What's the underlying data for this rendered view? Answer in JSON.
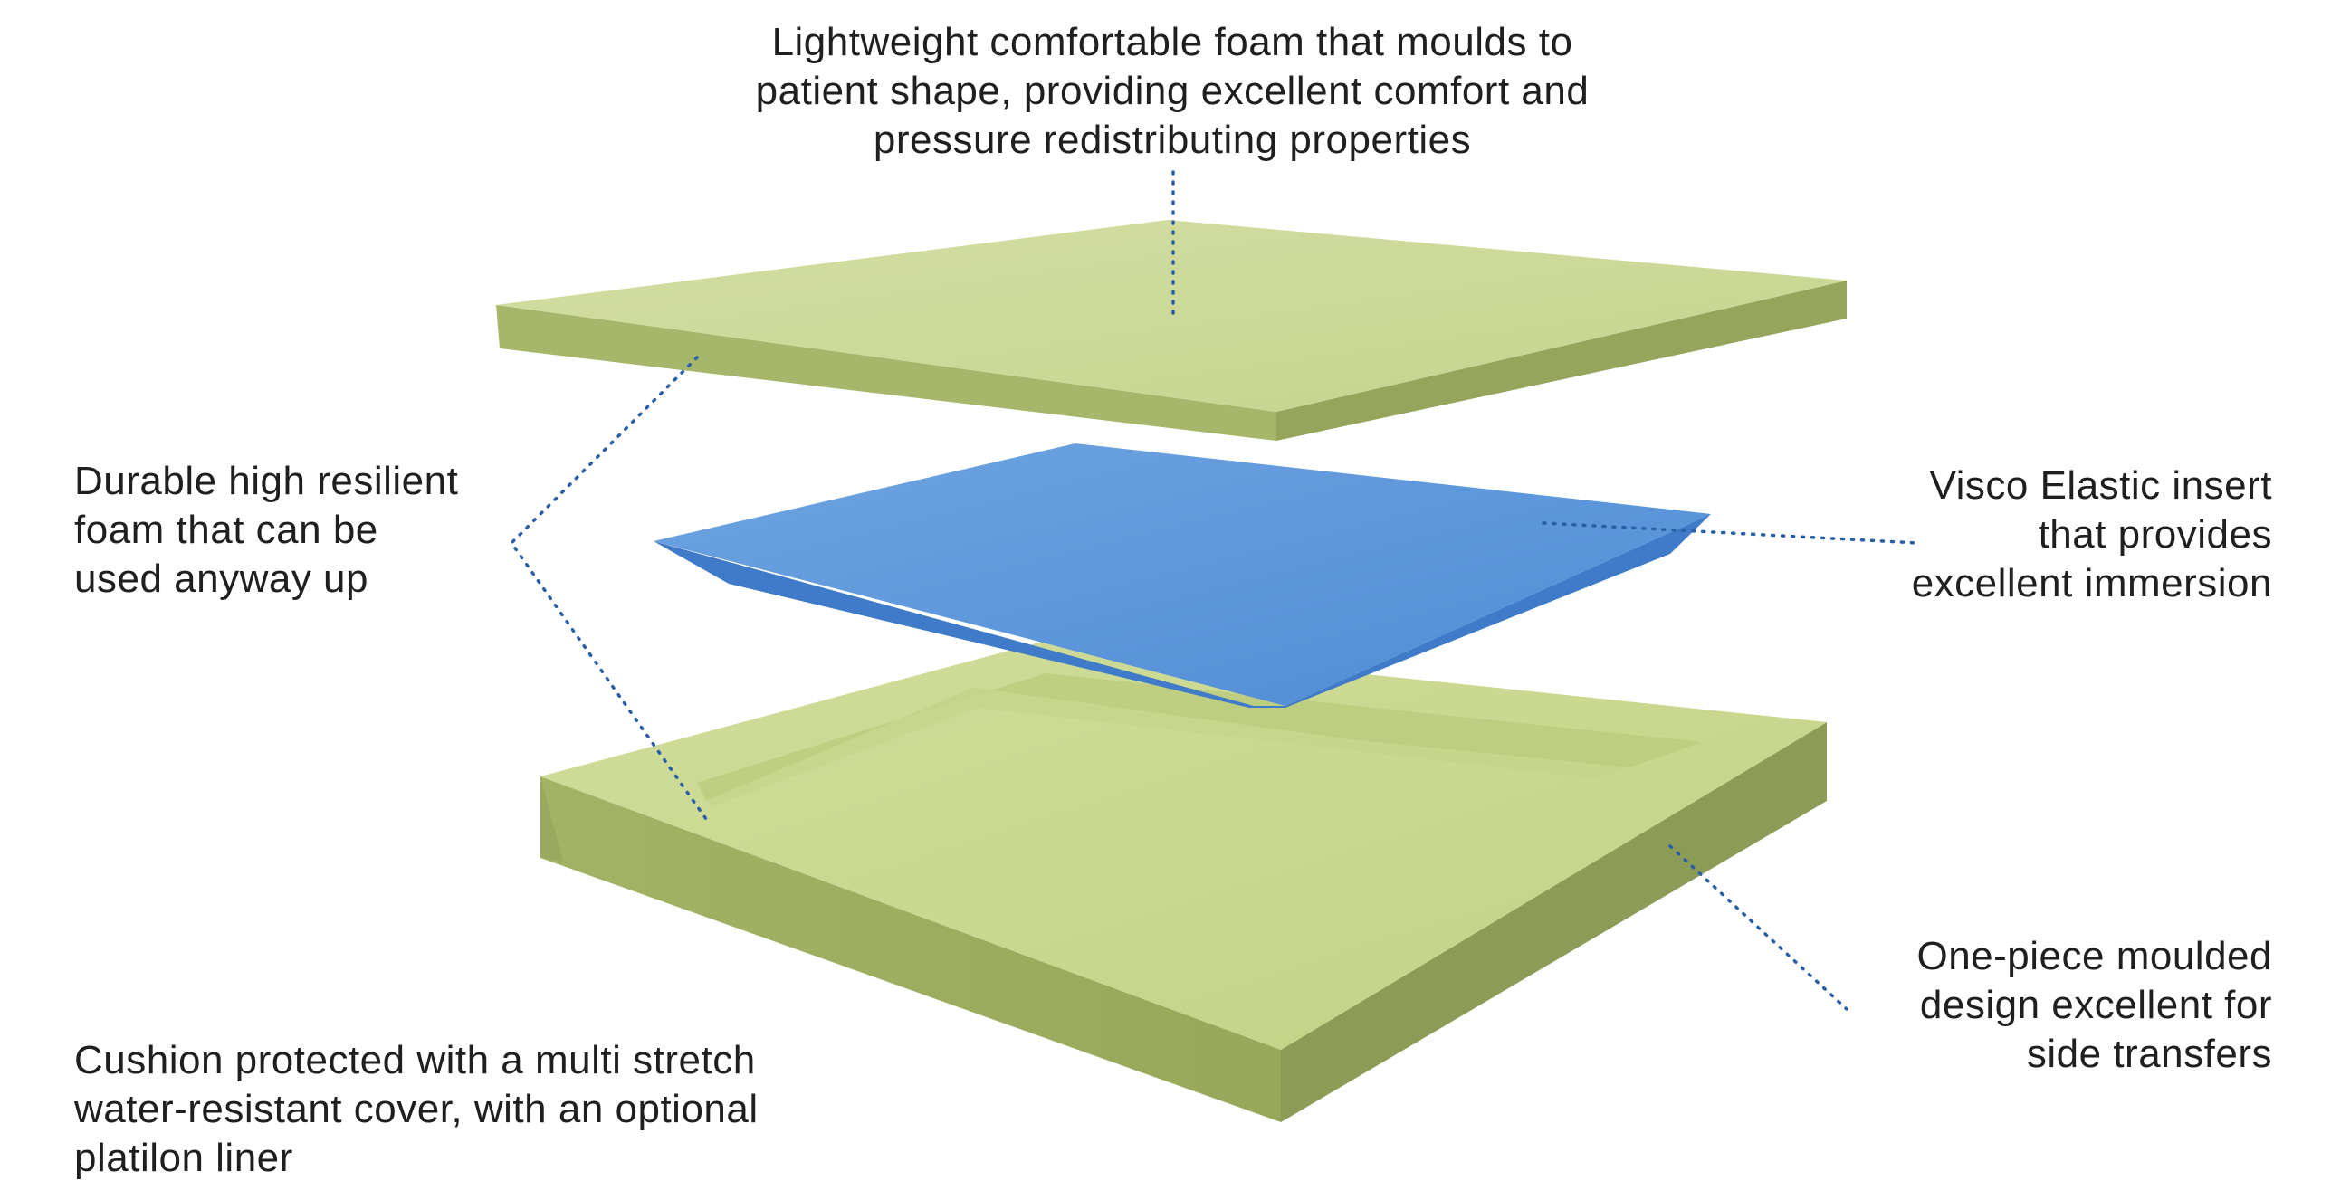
{
  "colors": {
    "foam_top": "#cfdc9d",
    "foam_side": "#a9b86e",
    "foam_side_dark": "#8c9b56",
    "insert_top": "#5f97d9",
    "insert_edge": "#3d79c9",
    "leader": "#2a5fa5"
  },
  "labels": {
    "top_foam": {
      "lines": [
        "Lightweight comfortable foam that moulds to",
        "patient shape, providing excellent comfort and",
        "pressure redistributing properties"
      ]
    },
    "resilient_foam": {
      "lines": [
        "Durable high resilient",
        "foam that can be",
        "used anyway up"
      ]
    },
    "visco_insert": {
      "lines": [
        "Visco Elastic insert",
        "that provides",
        "excellent immersion"
      ]
    },
    "one_piece": {
      "lines": [
        "One-piece moulded",
        "design excellent for",
        "side transfers"
      ]
    },
    "cover": {
      "lines": [
        "Cushion protected with a multi stretch",
        "water-resistant cover, with an optional",
        "platilon liner"
      ]
    }
  }
}
